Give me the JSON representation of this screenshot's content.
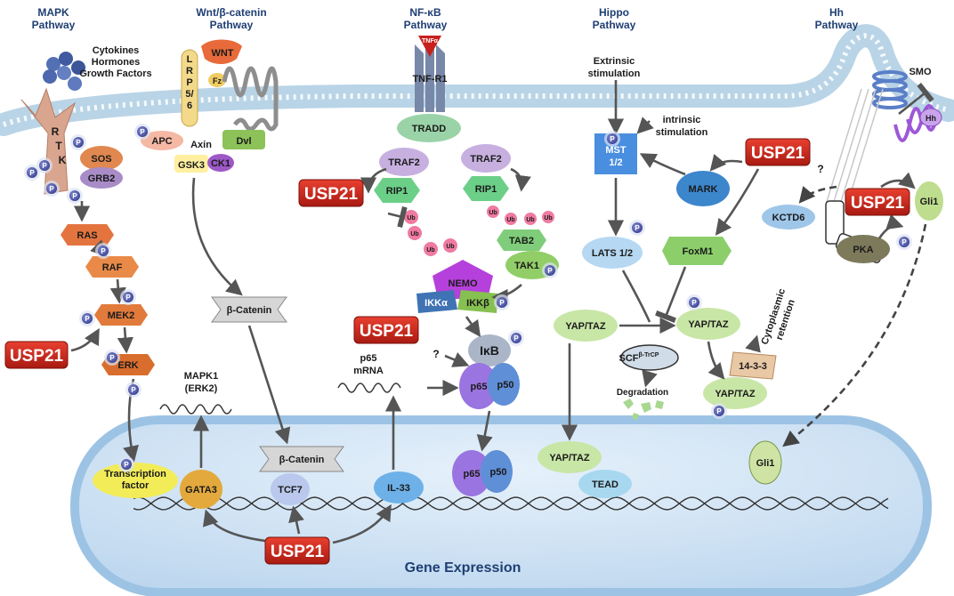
{
  "pathways": {
    "mapk": [
      "MAPK",
      "Pathway"
    ],
    "wnt": [
      "Wnt/β-catenin",
      "Pathway"
    ],
    "nfkb": [
      "NF-κB",
      "Pathway"
    ],
    "hippo": [
      "Hippo",
      "Pathway"
    ],
    "hh": [
      "Hh",
      "Pathway"
    ]
  },
  "mapk": {
    "ligands": [
      "Cytokines",
      "Hormones",
      "Growth Factors"
    ],
    "rtk": [
      "R",
      "T",
      "K"
    ],
    "sos": "SOS",
    "grb2": "GRB2",
    "ras": "RAS",
    "raf": "RAF",
    "mek2": "MEK2",
    "erk": "ERK",
    "mapk1": [
      "MAPK1",
      "(ERK2)"
    ],
    "tf": [
      "Transcription",
      "factor"
    ],
    "gata3": "GATA3"
  },
  "wnt": {
    "wnt": "WNT",
    "lrp": [
      "L",
      "R",
      "P",
      "5/",
      "6"
    ],
    "fz": "Fz",
    "apc": "APC",
    "axin": "Axin",
    "dvl": "Dvl",
    "gsk3": "GSK3",
    "ck1": "CK1",
    "bcat": "β-Catenin",
    "bcat_nuc": "β-Catenin",
    "tcf7": "TCF7"
  },
  "nfkb": {
    "tnfa": "TNFα",
    "tnfr1": "TNF-R1",
    "tradd": "TRADD",
    "traf2": "TRAF2",
    "rip1": "RIP1",
    "ub": "Ub",
    "tab2": "TAB2",
    "tak1": "TAK1",
    "nemo": "NEMO",
    "ikka": "IKKα",
    "ikkb": "IKKβ",
    "ikb": "IκB",
    "p65": "p65",
    "p50": "p50",
    "mrna": [
      "p65",
      "mRNA"
    ],
    "q": "?",
    "il33": "IL-33"
  },
  "hippo": {
    "extrinsic": [
      "Extrinsic",
      "stimulation"
    ],
    "intrinsic": [
      "intrinsic",
      "stimulation"
    ],
    "mst": [
      "MST",
      "1/2"
    ],
    "mark": "MARK",
    "lats": "LATS 1/2",
    "foxm1": "FoxM1",
    "yaptaz": "YAP/TAZ",
    "scf": "SCF",
    "scf_sup": "β-TrCP",
    "degradation": "Degradation",
    "p1433": "14-3-3",
    "cyto": [
      "Cytoplasmic",
      "retention"
    ],
    "tead": "TEAD"
  },
  "hh": {
    "smo": "SMO",
    "hh": "Hh",
    "q": "?",
    "kctd6": "KCTD6",
    "gli1": "Gli1",
    "pka": "PKA",
    "gli1_nuc": "Gli1"
  },
  "usp21": "USP21",
  "phospho": "P",
  "gene_expression": "Gene  Expression",
  "colors": {
    "usp21": "#c8261e",
    "membrane": "#a9c9de",
    "nucleus": "#d6e8f7",
    "arrow": "#555555"
  }
}
